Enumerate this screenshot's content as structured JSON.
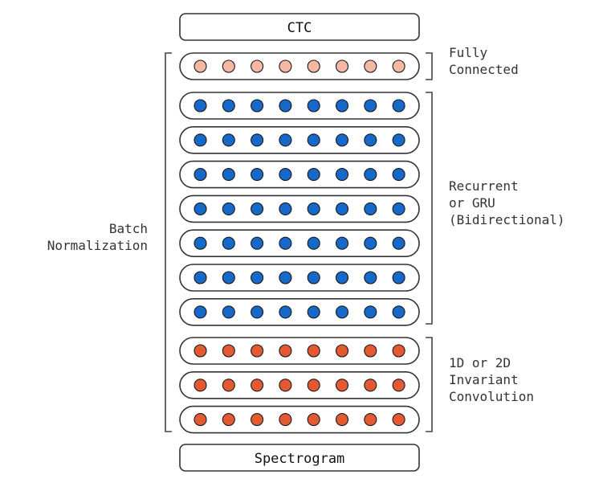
{
  "diagram": {
    "top_box": "CTC",
    "bottom_box": "Spectrogram",
    "units_per_layer": 8,
    "left_label": [
      "Batch",
      "Normalization"
    ],
    "groups": [
      {
        "id": "fc",
        "label": [
          "Fully",
          "Connected"
        ],
        "layers": 1,
        "color": "#f5b8a4"
      },
      {
        "id": "rnn",
        "label": [
          "Recurrent",
          "or GRU",
          "(Bidirectional)"
        ],
        "layers": 7,
        "color": "#1669c9"
      },
      {
        "id": "conv",
        "label": [
          "1D or 2D",
          "Invariant",
          "Convolution"
        ],
        "layers": 3,
        "color": "#e35a32"
      }
    ]
  }
}
